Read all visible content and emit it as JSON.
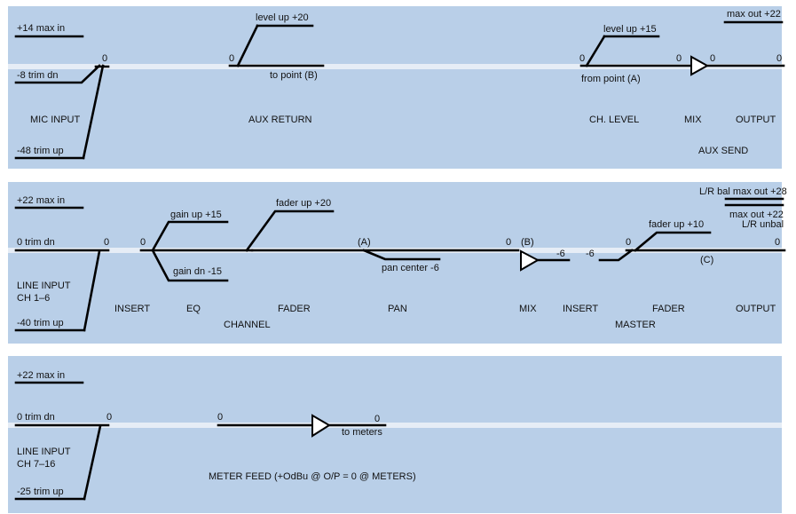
{
  "panel1": {
    "max_in": "+14 max in",
    "trim_dn": "-8 trim dn",
    "mic_zero": "0",
    "mic_input": "MIC INPUT",
    "trim_up": "-48 trim up",
    "aux_return_zero": "0",
    "level_up_20": "level up +20",
    "to_point_b": "to point (B)",
    "aux_return": "AUX RETURN",
    "level_up_15": "level up +15",
    "from_zero": "0",
    "from_point_a": "from point (A)",
    "ch_level": "CH. LEVEL",
    "mix_zero_in": "0",
    "mix_zero_out": "0",
    "mix": "MIX",
    "max_out_22": "max out +22",
    "output_zero": "0",
    "output": "OUTPUT",
    "aux_send": "AUX SEND"
  },
  "panel2": {
    "max_in": "+22 max in",
    "trim_dn": "0   trim dn",
    "input_zero": "0",
    "line_input_line1": "LINE INPUT",
    "line_input_line2": "CH 1–6",
    "trim_up": "-40 trim up",
    "insert1": "INSERT",
    "eq_zero": "0",
    "gain_up": "gain up +15",
    "gain_dn": "gain dn -15",
    "eq": "EQ",
    "fader_up_20": "fader up +20",
    "fader1": "FADER",
    "channel": "CHANNEL",
    "point_a": "(A)",
    "pan_center": "pan center -6",
    "pan": "PAN",
    "mix_zero": "0",
    "point_b": "(B)",
    "mix": "MIX",
    "mix_out": "-6",
    "insert_in": "-6",
    "insert2": "INSERT",
    "fader_zero": "0",
    "fader_up_10": "fader up +10",
    "point_c": "(C)",
    "fader2": "FADER",
    "master": "MASTER",
    "lr_bal": "L/R bal max out +28",
    "max_out_22": "max out +22",
    "lr_unbal": "L/R unbal",
    "output_zero": "0",
    "output": "OUTPUT"
  },
  "panel3": {
    "max_in": "+22 max in",
    "trim_dn": "0  trim dn",
    "input_zero": "0",
    "line_input_line1": "LINE INPUT",
    "line_input_line2": "CH 7–16",
    "trim_up": "-25 trim up",
    "feed_zero": "0",
    "meter_zero": "0",
    "to_meters": "to meters",
    "meter_feed": "METER FEED (+OdBu @ O/P = 0 @ METERS)"
  }
}
